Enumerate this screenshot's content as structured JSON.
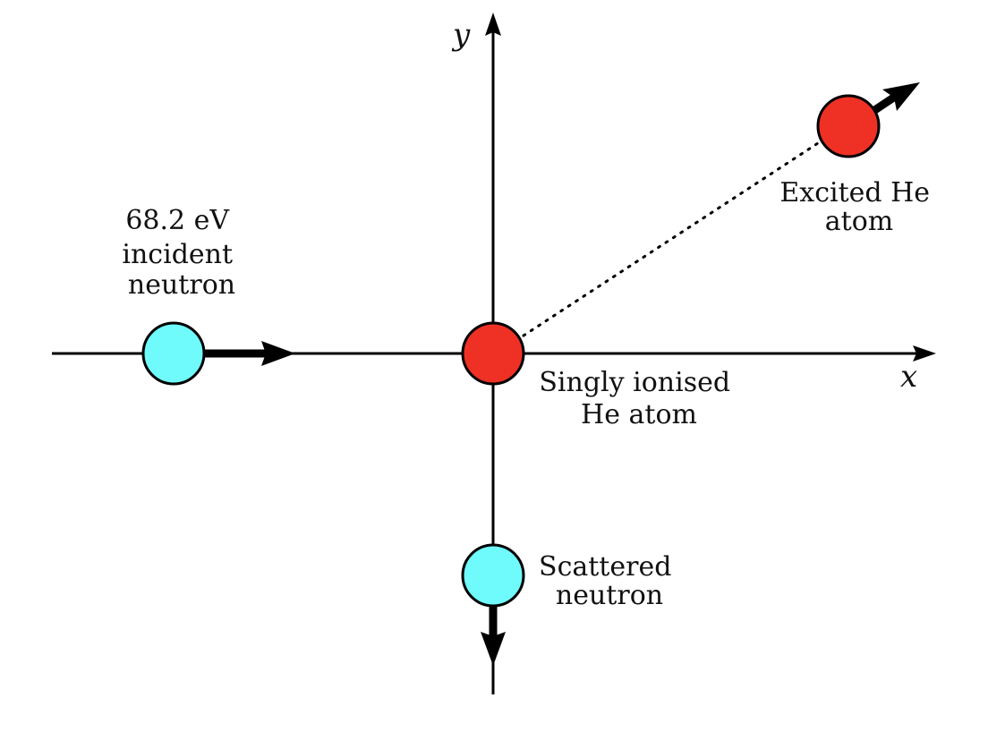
{
  "axes": {
    "x_label": "x",
    "y_label": "y"
  },
  "labels": {
    "incident": [
      "68.2 eV",
      "incident",
      "neutron"
    ],
    "ionised": [
      "Singly ionised",
      "He atom"
    ],
    "excited": [
      "Excited He",
      "atom"
    ],
    "scattered": [
      "Scattered",
      "neutron"
    ]
  },
  "colors": {
    "neutron": "#6ffbfb",
    "he_atom": "#ee3124",
    "stroke": "#000000"
  }
}
